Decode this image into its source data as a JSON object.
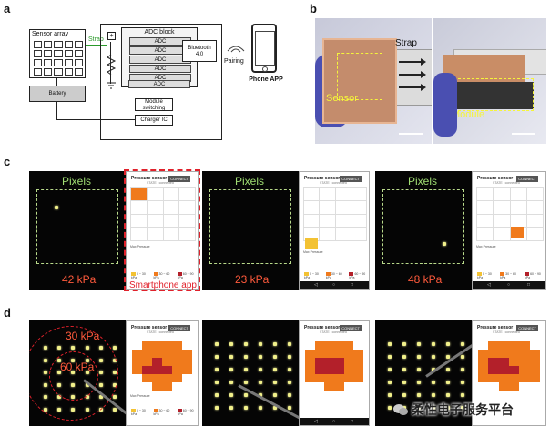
{
  "panel_a": {
    "letter": "a",
    "sensor_array": "Sensor array",
    "strap": "Strap",
    "adc_block": "ADC block",
    "adc": [
      "ADC",
      "ADC",
      "ADC",
      "ADC",
      "ADC",
      "ADC"
    ],
    "bluetooth": "Bluetooth 4.0",
    "battery": "Battery",
    "module_switching": "Module switching",
    "charger_ic": "Charger IC",
    "pairing": "Pairing",
    "phone_app": "Phone APP"
  },
  "panel_b": {
    "letter": "b",
    "strap": "Strap",
    "sensor": "Sensor",
    "module": "Module"
  },
  "panel_c": {
    "letter": "c",
    "pixels_labels": [
      "Pixels",
      "Pixels",
      "Pixels"
    ],
    "pressures": [
      "42 kPa",
      "23 kPa",
      "48 kPa"
    ],
    "smartphone_app": "Smartphone app"
  },
  "panel_d": {
    "letter": "d",
    "ring_labels": [
      "30 kPa",
      "60 kPa"
    ]
  },
  "app": {
    "title": "Pressure sensor",
    "button": "CONNECT",
    "status": "STATE : connected",
    "legend": [
      "0 ~ 30 kPa",
      "30 ~ 60 kPa",
      "60 ~ 90 kPa"
    ],
    "max_pressure": "Max Pressure"
  },
  "watermark": "柔性电子服务平台",
  "colors": {
    "low": "#f3c233",
    "mid": "#f07a1c",
    "high": "#b3202a",
    "dashed_red": "#e0212b"
  }
}
